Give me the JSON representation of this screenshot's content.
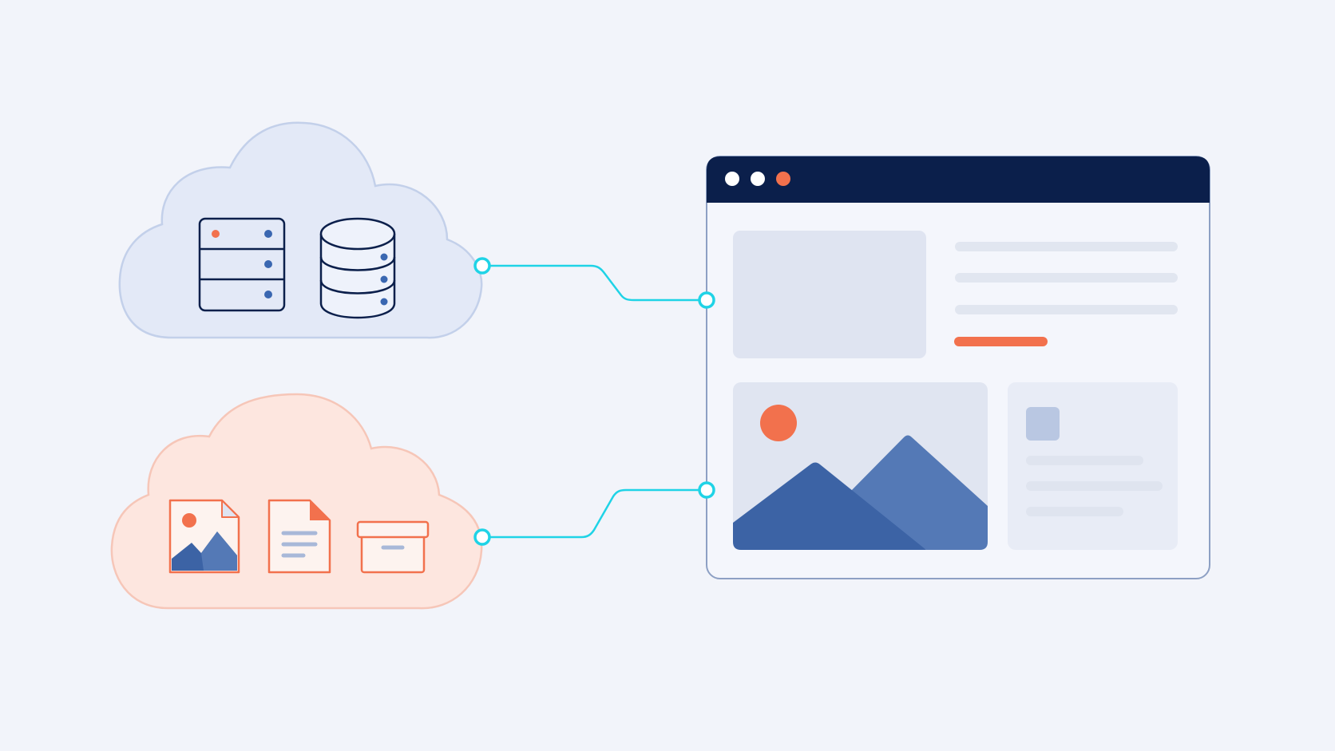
{
  "colors": {
    "background": "#f2f4fa",
    "navy": "#0b1f4b",
    "cloud_blue_fill": "#e3e9f7",
    "cloud_blue_stroke": "#c3d0ea",
    "cloud_peach_fill": "#fde6df",
    "cloud_peach_stroke": "#f6c6b8",
    "accent_orange": "#f2714d",
    "accent_blue": "#3a67b1",
    "mountain_dark": "#3c63a5",
    "mountain_light": "#5479b6",
    "connector_cyan": "#1fd3e6",
    "placeholder": "#dfe4f1",
    "line_gray": "#e3e7f1",
    "window_border": "#8da0c4"
  },
  "diagram": {
    "backend_cloud": {
      "name": "server-cloud",
      "icons": [
        "server-rack-icon",
        "database-icon"
      ]
    },
    "media_cloud": {
      "name": "media-storage-cloud",
      "icons": [
        "image-file-icon",
        "document-icon",
        "archive-box-icon"
      ]
    },
    "browser_window": {
      "titlebar_dots": [
        "white",
        "white",
        "orange"
      ],
      "blocks": [
        "hero-placeholder",
        "text-lines",
        "cta-bar",
        "image-card",
        "side-card"
      ]
    },
    "connectors": [
      {
        "from": "server-cloud",
        "to": "browser-window"
      },
      {
        "from": "media-storage-cloud",
        "to": "browser-window"
      }
    ]
  }
}
